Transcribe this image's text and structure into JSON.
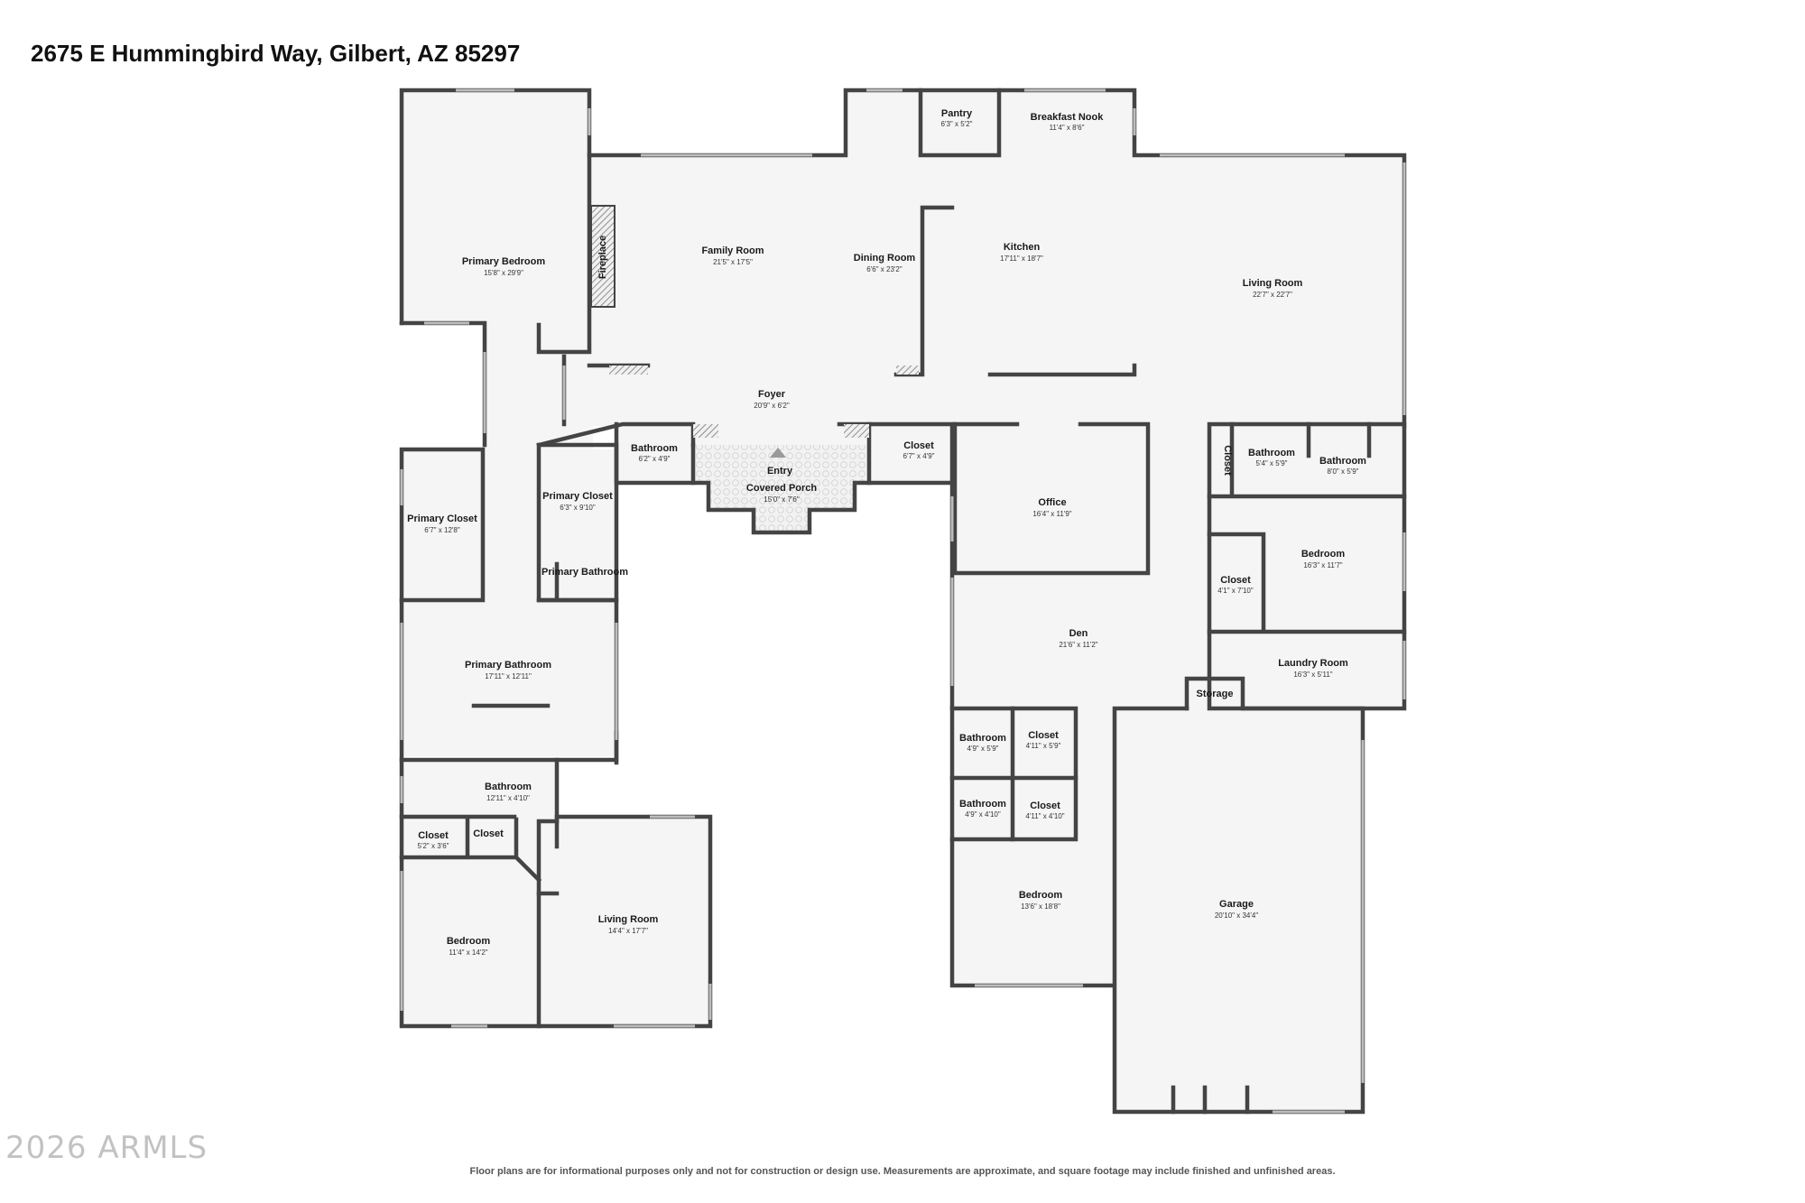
{
  "title": "2675 E Hummingbird Way, Gilbert, AZ 85297",
  "watermark": "2026 ARMLS",
  "disclaimer": "Floor plans are for informational purposes only and not for construction or design use. Measurements are approximate, and square footage may include finished and unfinished areas.",
  "colors": {
    "wall": "#444444",
    "floor": "#f5f5f5",
    "window": "#bdbdbd",
    "hatch": "#777777"
  },
  "rooms": [
    {
      "id": "primary-bedroom",
      "name": "Primary Bedroom",
      "dim": "15'8\" x 29'9\""
    },
    {
      "id": "family-room",
      "name": "Family Room",
      "dim": "21'5\" x 17'5\""
    },
    {
      "id": "dining-room",
      "name": "Dining Room",
      "dim": "6'6\" x 23'2\""
    },
    {
      "id": "kitchen",
      "name": "Kitchen",
      "dim": "17'11\" x 18'7\""
    },
    {
      "id": "pantry",
      "name": "Pantry",
      "dim": "6'3\" x 5'2\""
    },
    {
      "id": "breakfast-nook",
      "name": "Breakfast Nook",
      "dim": "11'4\" x 8'6\""
    },
    {
      "id": "living-room-main",
      "name": "Living Room",
      "dim": "22'7\" x 22'7\""
    },
    {
      "id": "foyer",
      "name": "Foyer",
      "dim": "20'9\" x 6'2\""
    },
    {
      "id": "entry",
      "name": "Entry",
      "dim": ""
    },
    {
      "id": "covered-porch",
      "name": "Covered Porch",
      "dim": "15'0\" x 7'6\""
    },
    {
      "id": "bathroom-foyer",
      "name": "Bathroom",
      "dim": "6'2\" x 4'9\""
    },
    {
      "id": "closet-foyer",
      "name": "Closet",
      "dim": "6'7\" x 4'9\""
    },
    {
      "id": "office",
      "name": "Office",
      "dim": "16'4\" x 11'9\""
    },
    {
      "id": "closet-vertical",
      "name": "Closet",
      "dim": ""
    },
    {
      "id": "bathroom-ne-1",
      "name": "Bathroom",
      "dim": "5'4\" x 5'9\""
    },
    {
      "id": "bathroom-ne-2",
      "name": "Bathroom",
      "dim": "8'0\" x 5'9\""
    },
    {
      "id": "bedroom-east",
      "name": "Bedroom",
      "dim": "16'3\" x 11'7\""
    },
    {
      "id": "closet-east",
      "name": "Closet",
      "dim": "4'1\" x 7'10\""
    },
    {
      "id": "den",
      "name": "Den",
      "dim": "21'6\" x 11'2\""
    },
    {
      "id": "laundry-room",
      "name": "Laundry Room",
      "dim": "16'3\" x 5'11\""
    },
    {
      "id": "storage",
      "name": "Storage",
      "dim": ""
    },
    {
      "id": "primary-closet-west",
      "name": "Primary Closet",
      "dim": "6'7\" x 12'8\""
    },
    {
      "id": "primary-closet-center",
      "name": "Primary Closet",
      "dim": "6'3\" x 9'10\""
    },
    {
      "id": "primary-bathroom-small",
      "name": "Primary Bathroom",
      "dim": ""
    },
    {
      "id": "primary-bathroom",
      "name": "Primary Bathroom",
      "dim": "17'11\" x 12'11\""
    },
    {
      "id": "bathroom-sw",
      "name": "Bathroom",
      "dim": "12'11\" x 4'10\""
    },
    {
      "id": "closet-sw-1",
      "name": "Closet",
      "dim": "5'2\" x 3'6\""
    },
    {
      "id": "closet-sw-2",
      "name": "Closet",
      "dim": ""
    },
    {
      "id": "bedroom-sw",
      "name": "Bedroom",
      "dim": "11'4\" x 14'2\""
    },
    {
      "id": "living-room-sw",
      "name": "Living Room",
      "dim": "14'4\" x 17'7\""
    },
    {
      "id": "bathroom-se-1",
      "name": "Bathroom",
      "dim": "4'9\" x 5'9\""
    },
    {
      "id": "closet-se-1",
      "name": "Closet",
      "dim": "4'11\" x 5'9\""
    },
    {
      "id": "bathroom-se-2",
      "name": "Bathroom",
      "dim": "4'9\" x 4'10\""
    },
    {
      "id": "closet-se-2",
      "name": "Closet",
      "dim": "4'11\" x 4'10\""
    },
    {
      "id": "bedroom-se",
      "name": "Bedroom",
      "dim": "13'6\" x 18'8\""
    },
    {
      "id": "garage",
      "name": "Garage",
      "dim": "20'10\" x 34'4\""
    },
    {
      "id": "fireplace",
      "name": "Fireplace",
      "dim": ""
    }
  ]
}
